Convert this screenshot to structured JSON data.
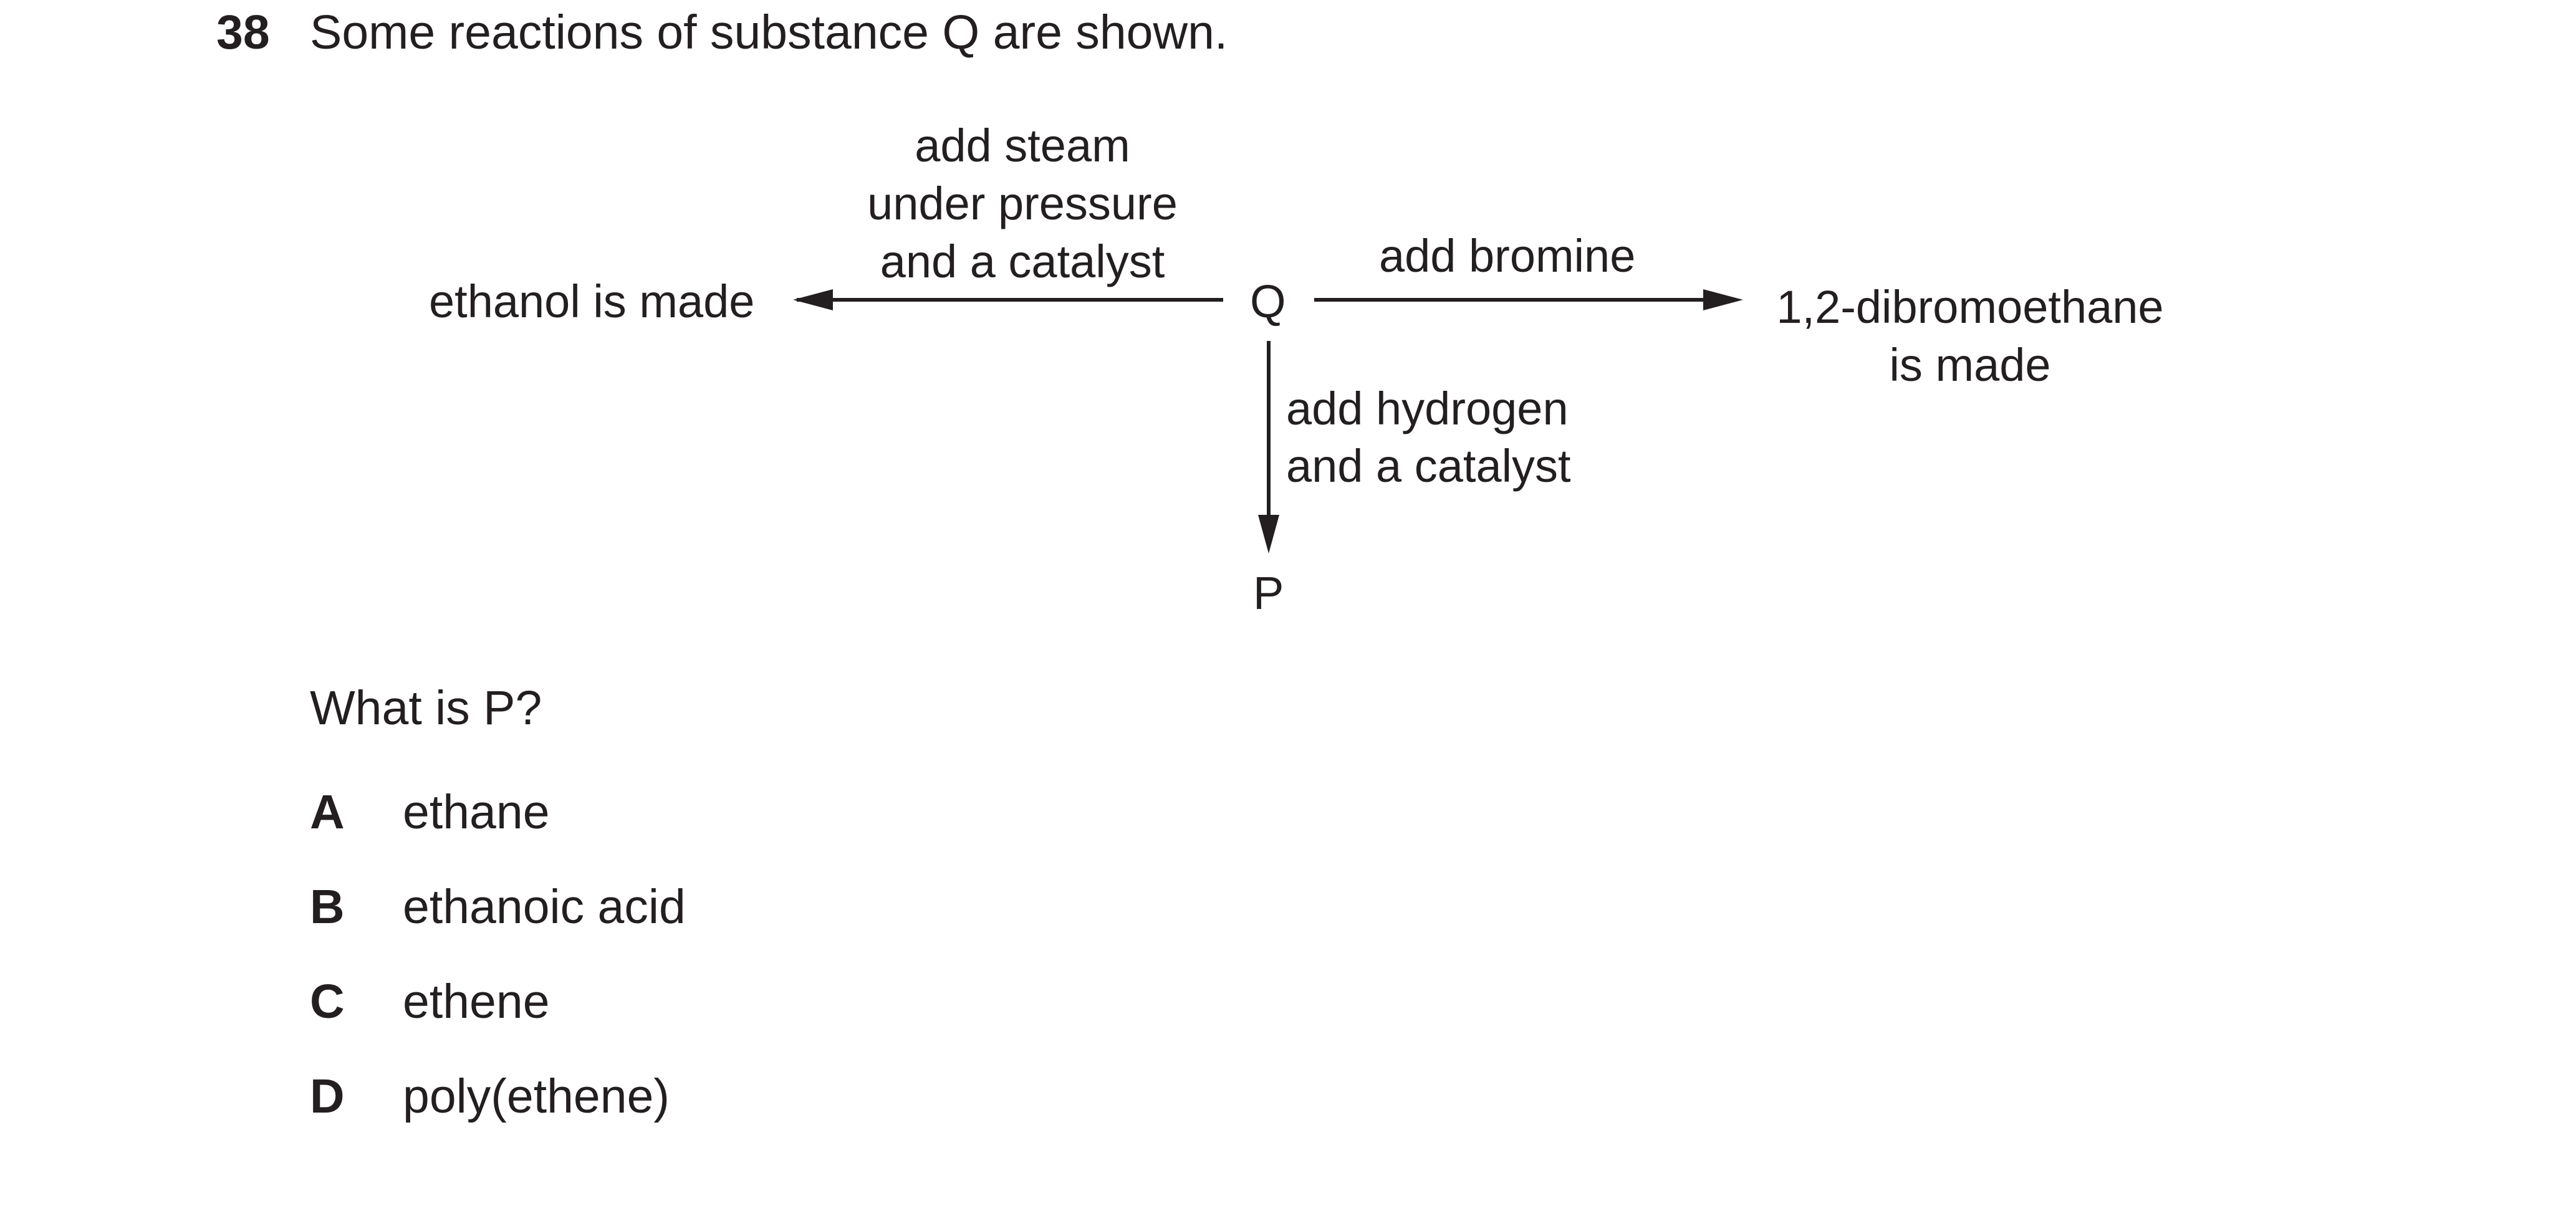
{
  "question": {
    "number": "38",
    "stem": "Some reactions of substance Q are shown.",
    "prompt": "What is P?"
  },
  "diagram": {
    "center": "Q",
    "left_product": "ethanol is made",
    "left_condition": [
      "add steam",
      "under pressure",
      "and a catalyst"
    ],
    "right_condition": "add bromine",
    "right_product": [
      "1,2-dibromoethane",
      "is made"
    ],
    "down_condition": [
      "add hydrogen",
      "and a catalyst"
    ],
    "down_product": "P"
  },
  "options": [
    {
      "letter": "A",
      "text": "ethane"
    },
    {
      "letter": "B",
      "text": "ethanoic acid"
    },
    {
      "letter": "C",
      "text": "ethene"
    },
    {
      "letter": "D",
      "text": "poly(ethene)"
    }
  ]
}
